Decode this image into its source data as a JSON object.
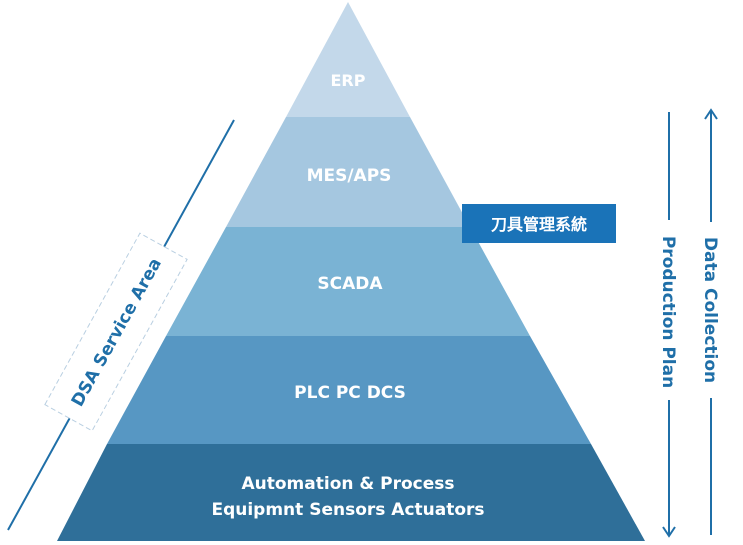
{
  "pyramid": {
    "levels": [
      {
        "label": "ERP",
        "color": "#c3d8ea"
      },
      {
        "label": "MES/APS",
        "color": "#a5c7e0"
      },
      {
        "label": "SCADA",
        "color": "#7ab3d4"
      },
      {
        "label": "PLC PC DCS",
        "color": "#5797c3"
      },
      {
        "label_line1": "Automation & Process",
        "label_line2": "Equipmnt Sensors Actuators",
        "color": "#2f6f99"
      }
    ]
  },
  "tool_tag": {
    "label": "刀具管理系統",
    "color": "#1a73b8"
  },
  "service_area": {
    "label": "DSA Service Area",
    "color": "#1f6fa8"
  },
  "side_arrows": {
    "production_plan": "Production Plan",
    "data_collection": "Data Collection",
    "color": "#1f6fa8"
  }
}
